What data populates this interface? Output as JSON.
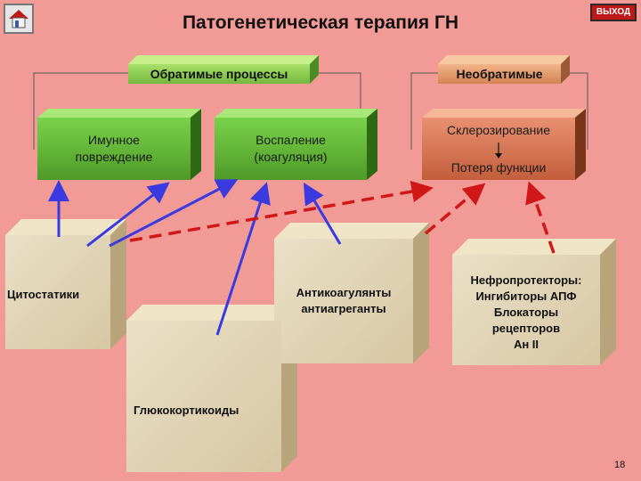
{
  "title": "Патогенетическая терапия ГН",
  "exit_label": "ВЫХОД",
  "headers": {
    "reversible": "Обратимые процессы",
    "irreversible": "Необратимые"
  },
  "boxes": {
    "immune": [
      "Имунное",
      "повреждение"
    ],
    "inflammation": [
      "Воспаление",
      "(коагуляция)"
    ],
    "sclerosis": "Склерозирование",
    "loss": "Потеря функции"
  },
  "cards": {
    "cytostatics": "Цитостатики",
    "anticoag": [
      "Антикоагулянты",
      "антиагреганты"
    ],
    "nephro": [
      "Нефропротекторы:",
      "Ингибиторы АПФ",
      "Блокаторы",
      "рецепторов",
      "Ан II"
    ],
    "gluco": "Глюкокортикоиды"
  },
  "page_number": "18",
  "colors": {
    "background": "#f29a96",
    "solid_arrow": "#3a3ae0",
    "dashed_arrow": "#d01818",
    "exit_button": "#c01818"
  }
}
